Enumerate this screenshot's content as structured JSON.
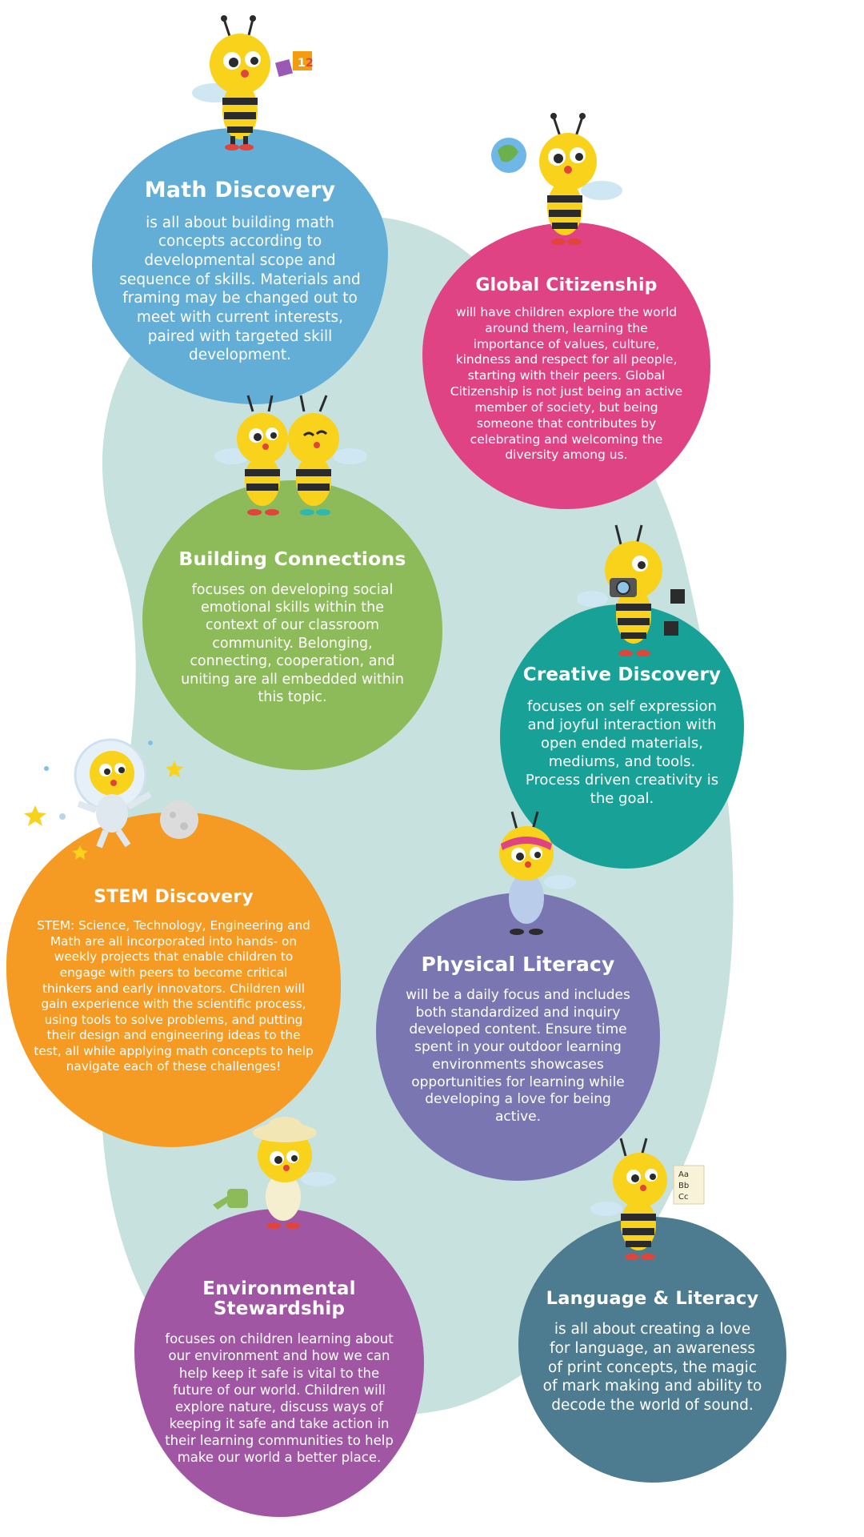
{
  "colors": {
    "background": "#ffffff",
    "path": "#c6e1de",
    "math": "#63aed6",
    "global": "#e04384",
    "connections": "#8dbb5a",
    "creative": "#18a196",
    "stem": "#f59a22",
    "physical": "#7a76b2",
    "environment": "#a056a2",
    "language": "#4d7b90",
    "bee_yellow": "#f8d21b",
    "bee_black": "#2b2b2b"
  },
  "topics": {
    "math": {
      "title": "Math Discovery",
      "body": "is all about building math concepts according to developmental scope and sequence of skills. Materials and framing may be changed out to meet with current interests, paired with targeted skill development."
    },
    "global": {
      "title": "Global Citizenship",
      "body": "will have children explore the world around them, learning the importance of values, culture, kindness and respect for all people, starting with their peers. Global Citizenship is not just being an active member of society, but being someone that contributes by celebrating and welcoming the diversity among us."
    },
    "connections": {
      "title": "Building Connections",
      "body": "focuses on developing social emotional skills within the context of our classroom community. Belonging, connecting, cooperation, and uniting are all embedded within this topic."
    },
    "creative": {
      "title": "Creative Discovery",
      "body": "focuses on self expression and joyful interaction with open ended materials, mediums, and tools. Process driven creativity is the goal."
    },
    "stem": {
      "title": "STEM Discovery",
      "body": "STEM: Science, Technology, Engineering and Math are all incorporated into hands- on weekly projects that enable children to engage with peers to become critical thinkers and early innovators. Children will gain experience with the scientific process, using tools to solve problems, and putting their design and engineering ideas to the test, all while applying math concepts to help navigate each of these challenges!"
    },
    "physical": {
      "title": "Physical Literacy",
      "body": "will be a daily focus and includes both standardized and inquiry developed content. Ensure time spent  in your outdoor learning environments showcases opportunities for learning while developing a love for being active."
    },
    "environment": {
      "title": "Environmental Stewardship",
      "body": "focuses on children learning about our environment and how we can help keep it safe is vital to the future of our world. Children will explore nature, discuss ways of keeping it safe and take action in their learning communities to help make our world a better place."
    },
    "language": {
      "title": "Language & Literacy",
      "body": "is all about creating a love for language, an awareness of print concepts, the magic of mark making and ability to decode the world of sound."
    }
  },
  "props": {
    "blocks": [
      "1",
      "2"
    ],
    "letters": [
      "Aa",
      "Bb",
      "Cc"
    ]
  }
}
